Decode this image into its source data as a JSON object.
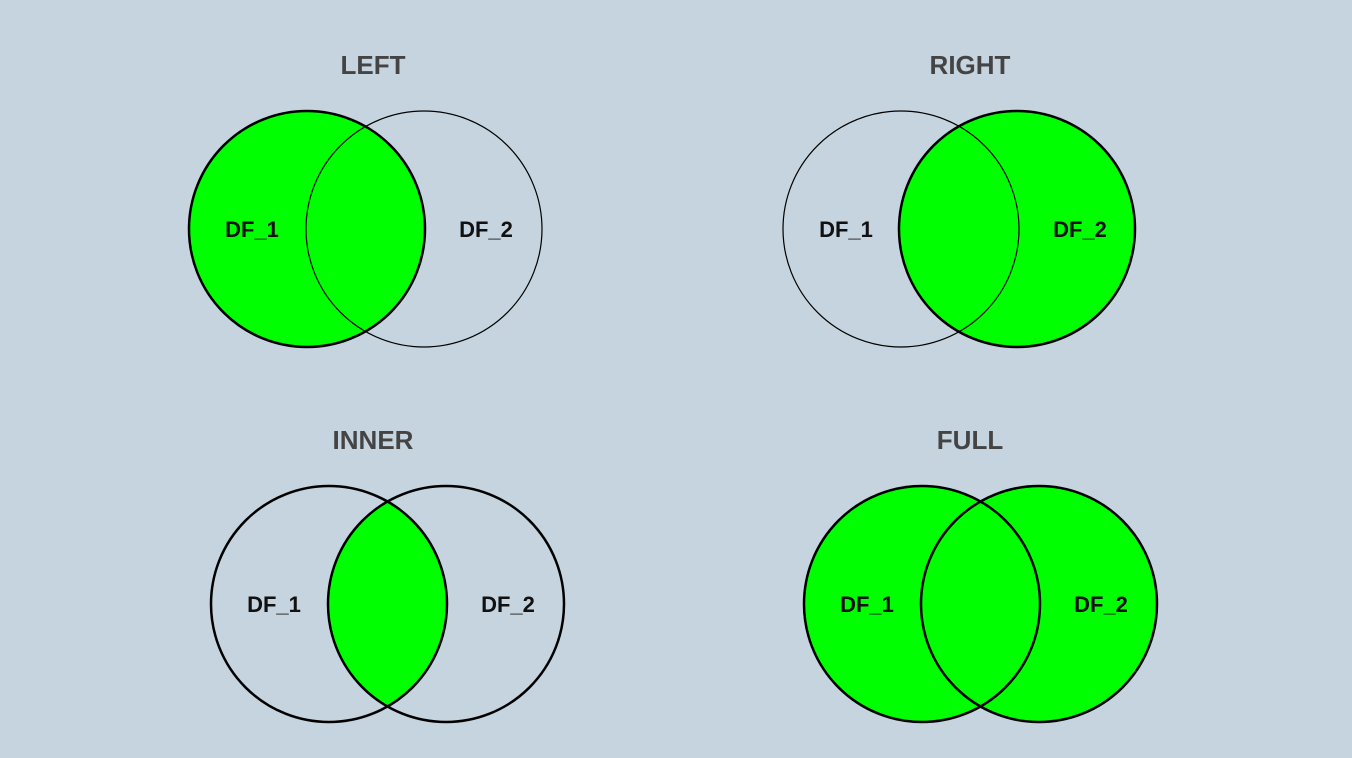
{
  "colors": {
    "background": "#c5d4de",
    "highlight": "#00ff00",
    "outline": "#000000",
    "title": "#444444"
  },
  "diagrams": {
    "left": {
      "title": "LEFT",
      "set_a": "DF_1",
      "set_b": "DF_2",
      "highlight": "left"
    },
    "right": {
      "title": "RIGHT",
      "set_a": "DF_1",
      "set_b": "DF_2",
      "highlight": "right"
    },
    "inner": {
      "title": "INNER",
      "set_a": "DF_1",
      "set_b": "DF_2",
      "highlight": "inner"
    },
    "full": {
      "title": "FULL",
      "set_a": "DF_1",
      "set_b": "DF_2",
      "highlight": "full"
    }
  }
}
